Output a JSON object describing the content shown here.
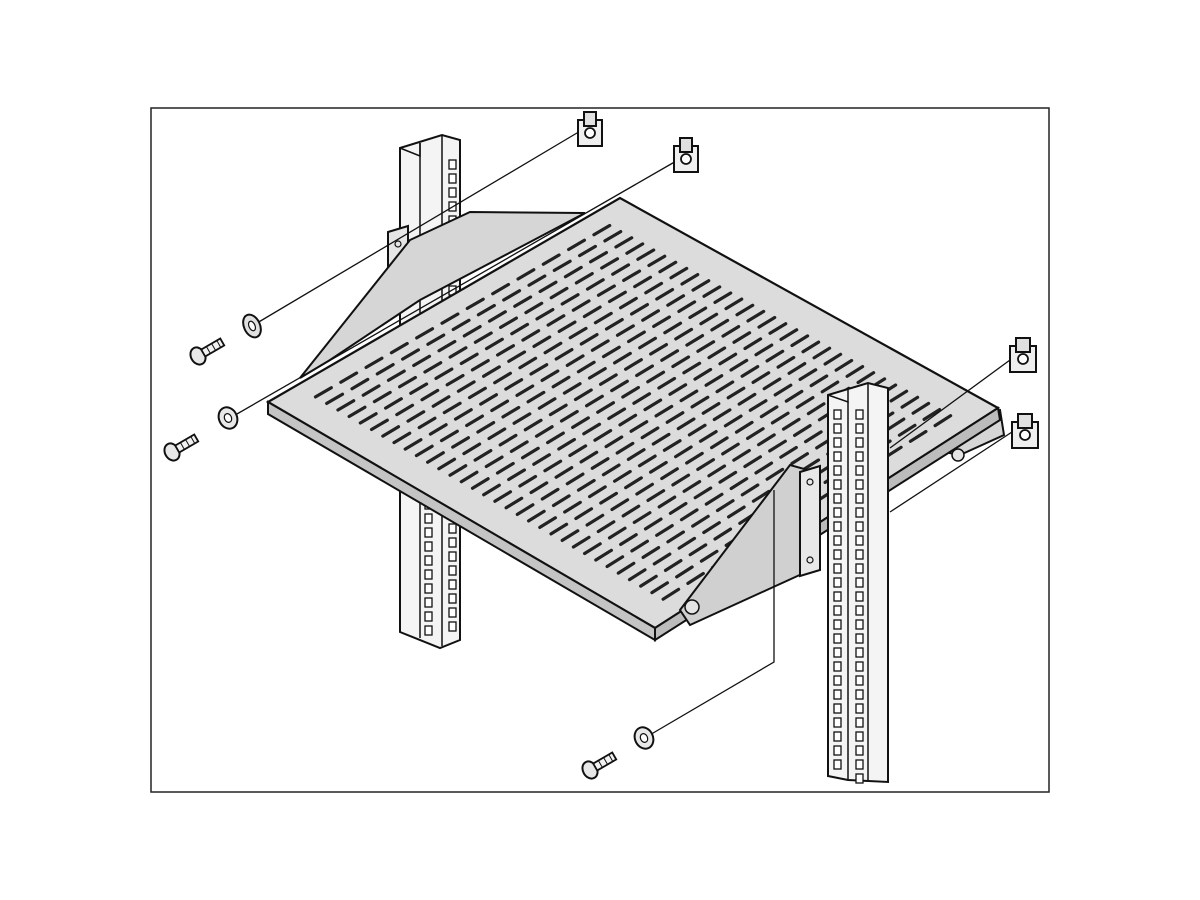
{
  "figure": {
    "kind": "assembly-illustration",
    "subject": "rack-shelf-mounting",
    "style": "line-art",
    "colors": {
      "background": "#ffffff",
      "ink": "#111111",
      "panel_fill": "#dcdcdc",
      "rail_fill": "#f4f4f4",
      "frame": "#222222"
    },
    "parts": {
      "rack_rails": 2,
      "cage_nuts": 4,
      "screws": 3,
      "washers": 3,
      "shelf": 1,
      "side_brackets": 2
    },
    "text_labels": []
  }
}
